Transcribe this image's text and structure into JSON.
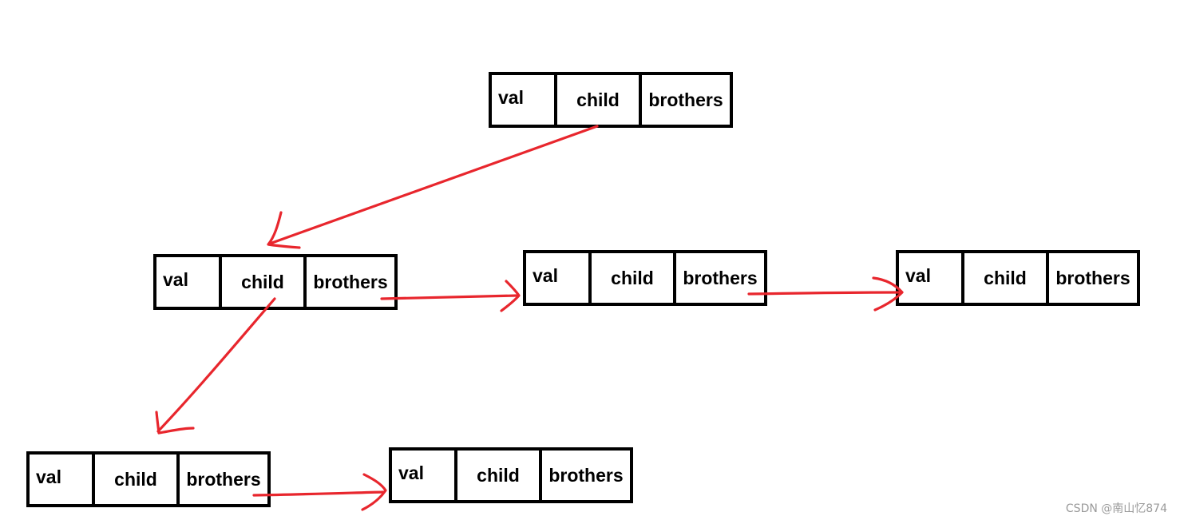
{
  "field_labels": {
    "val": "val",
    "child": "child",
    "brothers": "brothers"
  },
  "nodes": [
    {
      "id": "root",
      "labels": [
        "val",
        "child",
        "brothers"
      ]
    },
    {
      "id": "first-child",
      "labels": [
        "val",
        "child",
        "brothers"
      ]
    },
    {
      "id": "first-child-brother-1",
      "labels": [
        "val",
        "child",
        "brothers"
      ]
    },
    {
      "id": "first-child-brother-2",
      "labels": [
        "val",
        "child",
        "brothers"
      ]
    },
    {
      "id": "grandchild",
      "labels": [
        "val",
        "child",
        "brothers"
      ]
    },
    {
      "id": "grandchild-brother",
      "labels": [
        "val",
        "child",
        "brothers"
      ]
    }
  ],
  "edges": [
    {
      "from": "root",
      "field": "child",
      "to": "first-child"
    },
    {
      "from": "first-child",
      "field": "brothers",
      "to": "first-child-brother-1"
    },
    {
      "from": "first-child-brother-1",
      "field": "brothers",
      "to": "first-child-brother-2"
    },
    {
      "from": "first-child",
      "field": "child",
      "to": "grandchild"
    },
    {
      "from": "grandchild",
      "field": "brothers",
      "to": "grandchild-brother"
    }
  ],
  "colors": {
    "arrow": "#e8262d",
    "border": "#000000",
    "background": "#ffffff",
    "watermark": "#9a9a9a"
  },
  "watermark": "CSDN @南山忆874"
}
